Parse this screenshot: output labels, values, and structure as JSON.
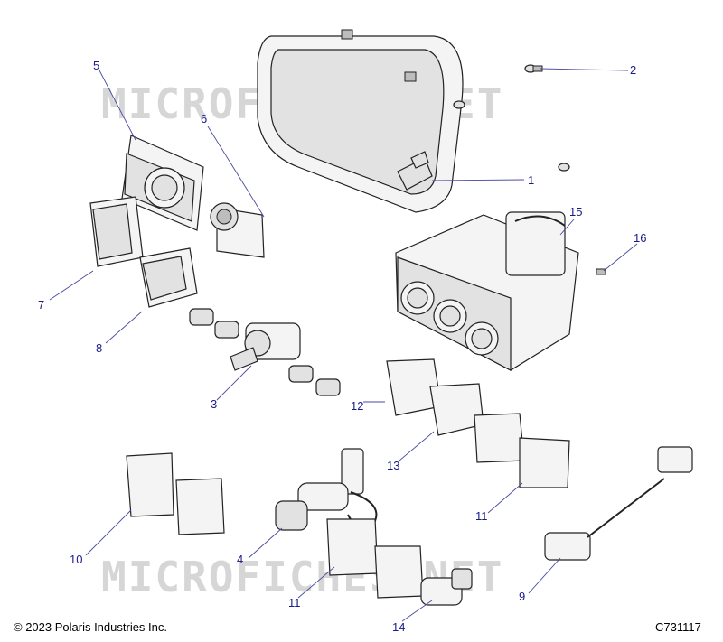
{
  "watermark": {
    "text": "MICROFICHES.NET"
  },
  "callouts": [
    {
      "id": "c1",
      "label": "1"
    },
    {
      "id": "c2",
      "label": "2"
    },
    {
      "id": "c3",
      "label": "3"
    },
    {
      "id": "c4",
      "label": "4"
    },
    {
      "id": "c5",
      "label": "5"
    },
    {
      "id": "c6",
      "label": "6"
    },
    {
      "id": "c7",
      "label": "7"
    },
    {
      "id": "c8",
      "label": "8"
    },
    {
      "id": "c9",
      "label": "9"
    },
    {
      "id": "c10",
      "label": "10"
    },
    {
      "id": "c11a",
      "label": "11"
    },
    {
      "id": "c11b",
      "label": "11"
    },
    {
      "id": "c12",
      "label": "12"
    },
    {
      "id": "c13",
      "label": "13"
    },
    {
      "id": "c14",
      "label": "14"
    },
    {
      "id": "c15",
      "label": "15"
    },
    {
      "id": "c16",
      "label": "16"
    }
  ],
  "footer": {
    "copyright": "© 2023 Polaris Industries Inc.",
    "drawing_number": "C731117"
  }
}
